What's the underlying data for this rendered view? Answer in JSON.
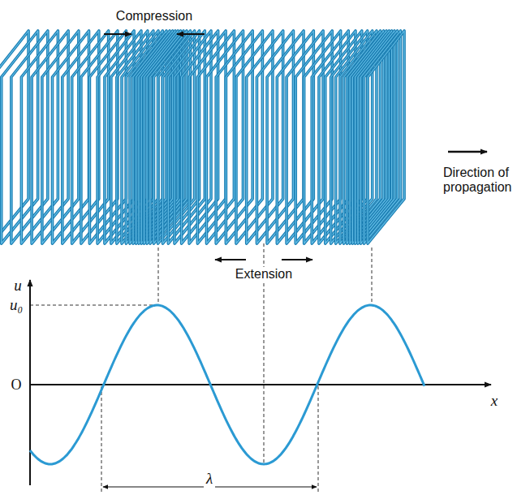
{
  "diagram": {
    "labels": [
      "Compression",
      "Direction of propagation",
      "Extension",
      "u",
      "u₀",
      "O",
      "x",
      "λ"
    ]
  }
}
